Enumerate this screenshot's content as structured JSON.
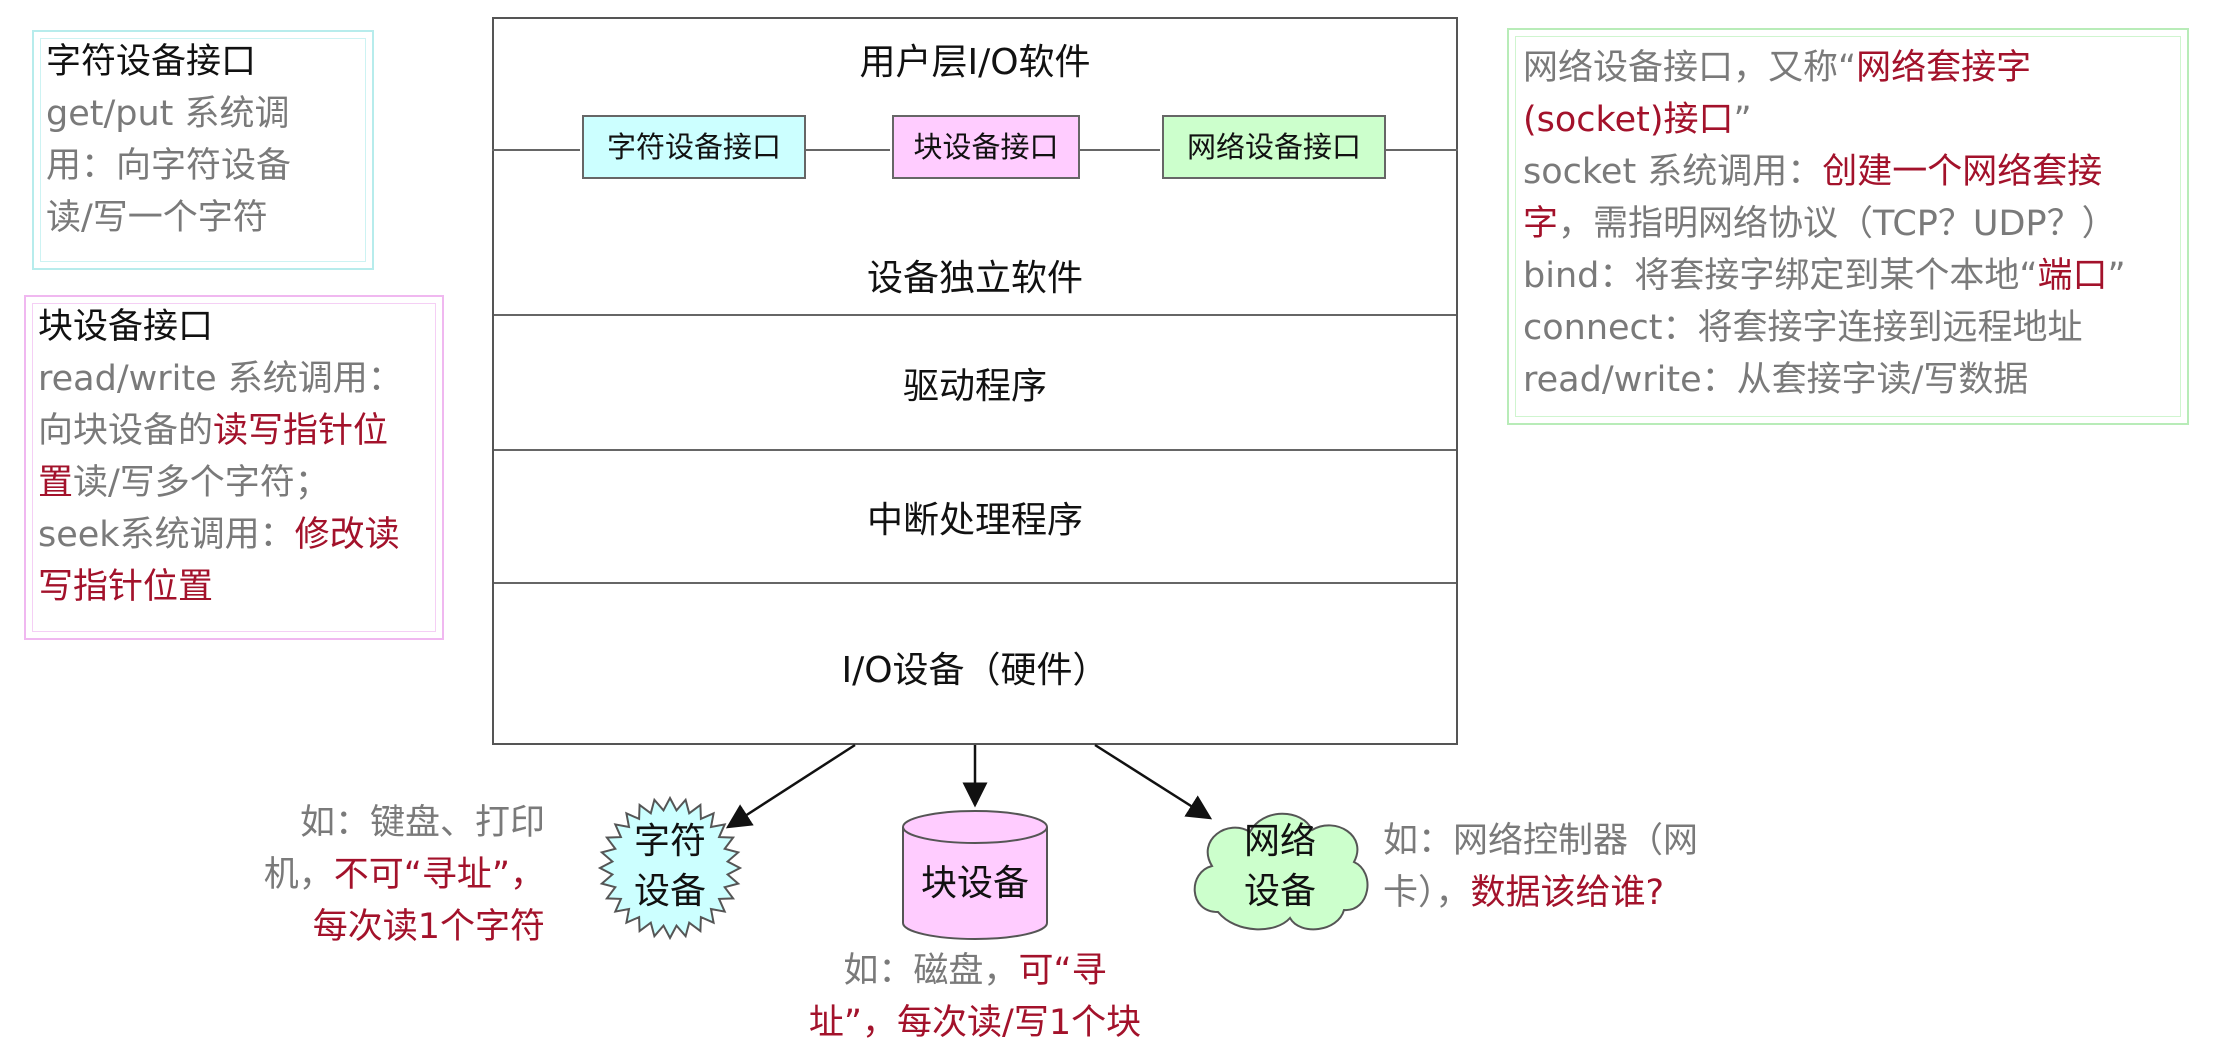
{
  "char_box": {
    "title": "字符设备接口",
    "line1": "get/put 系统调",
    "line2": "用：向字符设备",
    "line3": "读/写一个字符"
  },
  "block_box": {
    "title": "块设备接口",
    "line1": "read/write 系统调用：",
    "line2a": "向块设备的",
    "line2b": "读写指针位",
    "line3a": "置",
    "line3b": "读/写多个字符；",
    "line4a": "seek系统调用：",
    "line4b": "修改读",
    "line5": "写指针位置"
  },
  "net_box": {
    "line1a": "网络设备接口，又称“",
    "line1b": "网络套接字",
    "line2a": "(socket)接口",
    "line2b": "”",
    "line3a": "socket 系统调用：",
    "line3b": "创建一个网络套接",
    "line4a": "字",
    "line4b": "，需指明网络协议（TCP？UDP？）",
    "line5a": "bind：将套接字绑定到某个本地“",
    "line5b": "端口",
    "line5c": "”",
    "line6": "connect：将套接字连接到远程地址",
    "line7": "read/write：从套接字读/写数据"
  },
  "stack": {
    "user_layer": "用户层I/O软件",
    "iface_char": "字符设备接口",
    "iface_block": "块设备接口",
    "iface_net": "网络设备接口",
    "indep": "设备独立软件",
    "driver": "驱动程序",
    "interrupt": "中断处理程序",
    "hardware": "I/O设备（硬件）"
  },
  "devices": {
    "char_line1": "字符",
    "char_line2": "设备",
    "block": "块设备",
    "net_line1": "网络",
    "net_line2": "设备"
  },
  "annotations": {
    "char_a1": "如：键盘、打印",
    "char_a2a": "机，",
    "char_a2b": "不可“寻址”，",
    "char_a3": "每次读1个字符",
    "block_a1a": "如：磁盘，",
    "block_a1b": "可“寻",
    "block_a2": "址”，每次读/写1个块",
    "net_a1": "如：网络控制器（网",
    "net_a2a": "卡），",
    "net_a2b": "数据该给谁?"
  },
  "colors": {
    "highlight_red": "#a3122b",
    "gray_text": "#7a7a7a",
    "char_fill": "#ccffff",
    "block_fill": "#ffccff",
    "net_fill": "#ccffcc"
  }
}
